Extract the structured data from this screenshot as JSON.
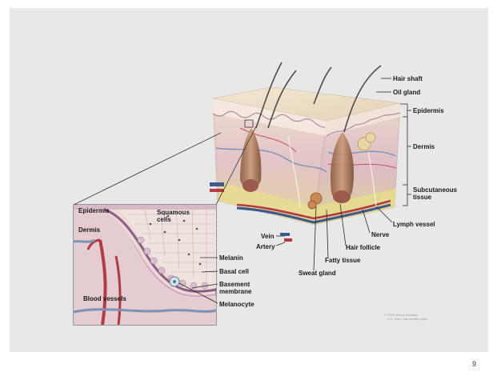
{
  "labels": {
    "hair_shaft": "Hair shaft",
    "oil_gland": "Oil gland",
    "epidermis": "Epidermis",
    "dermis": "Dermis",
    "subcutaneous_1": "Subcutaneous",
    "subcutaneous_2": "tissue",
    "lymph_vessel": "Lymph vessel",
    "nerve": "Nerve",
    "hair_follicle": "Hair follicle",
    "fatty_tissue": "Fatty tissue",
    "sweat_gland": "Sweat gland",
    "vein": "Vein",
    "artery": "Artery"
  },
  "inset": {
    "epidermis": "Epidermis",
    "squamous_1": "Squamous",
    "squamous_2": "cells",
    "dermis": "Dermis",
    "blood_vessels": "Blood vessels",
    "melanin": "Melanin",
    "basal_cell": "Basal cell",
    "basement_1": "Basement",
    "basement_2": "membrane",
    "melanocyte": "Melanocyte"
  },
  "copyright_1": "© 2008 Terese Winslow",
  "copyright_2": "U.S. Govt. has certain rights",
  "page_number": "9"
}
